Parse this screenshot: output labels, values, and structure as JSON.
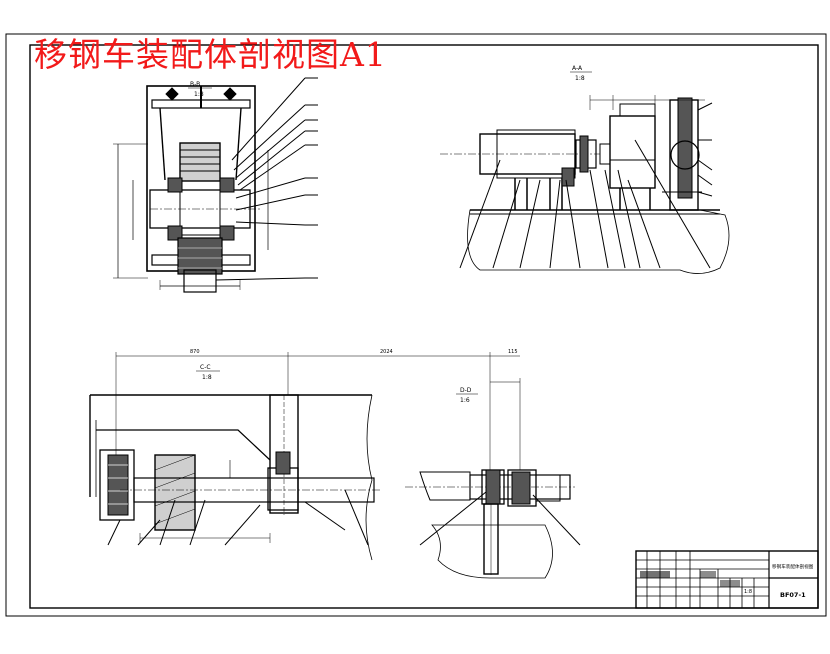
{
  "drawing": {
    "title": "移钢车装配体剖视图A1",
    "title_color": "#f21a1a",
    "line_color": "#000000"
  },
  "views": {
    "view_a": {
      "label": "B-B",
      "scale": "1:8"
    },
    "view_b": {
      "label": "A-A",
      "scale": "1:8"
    },
    "view_c": {
      "label": "C-C",
      "scale": "1:8",
      "dim_left": "870",
      "dim_right": "2024"
    },
    "view_d": {
      "label": "D-D",
      "scale": "1:6",
      "dim_top": "115"
    }
  },
  "title_block": {
    "name": "移钢车装配体剖视图",
    "drawing_no": "BF07-1",
    "scale": "1:8"
  }
}
